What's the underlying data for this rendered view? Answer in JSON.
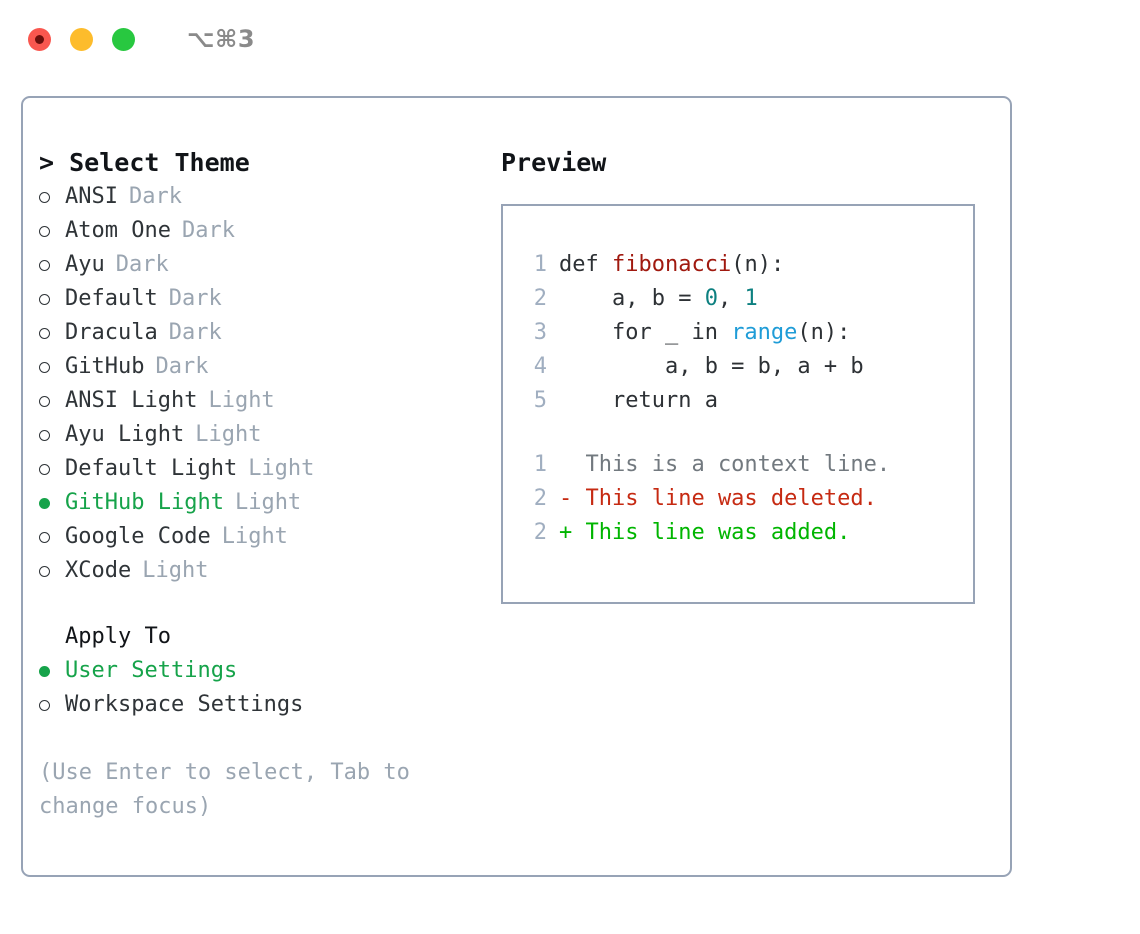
{
  "window": {
    "shortcut_label": "⌥⌘3",
    "traffic_lights": [
      "close-red",
      "minimize-yellow",
      "maximize-green"
    ]
  },
  "theme_panel": {
    "heading_caret": ">",
    "heading": "Select Theme",
    "themes": [
      {
        "name": "ANSI",
        "tag": "Dark",
        "selected": false
      },
      {
        "name": "Atom One",
        "tag": "Dark",
        "selected": false
      },
      {
        "name": "Ayu",
        "tag": "Dark",
        "selected": false
      },
      {
        "name": "Default",
        "tag": "Dark",
        "selected": false
      },
      {
        "name": "Dracula",
        "tag": "Dark",
        "selected": false
      },
      {
        "name": "GitHub",
        "tag": "Dark",
        "selected": false
      },
      {
        "name": "ANSI Light",
        "tag": "Light",
        "selected": false
      },
      {
        "name": "Ayu Light",
        "tag": "Light",
        "selected": false
      },
      {
        "name": "Default Light",
        "tag": "Light",
        "selected": false
      },
      {
        "name": "GitHub Light",
        "tag": "Light",
        "selected": true
      },
      {
        "name": "Google Code",
        "tag": "Light",
        "selected": false
      },
      {
        "name": "XCode",
        "tag": "Light",
        "selected": false
      }
    ],
    "apply_to": {
      "title": "Apply To",
      "options": [
        {
          "name": "User Settings",
          "selected": true
        },
        {
          "name": "Workspace Settings",
          "selected": false
        }
      ]
    },
    "hint": "(Use Enter to select, Tab to change focus)"
  },
  "preview": {
    "title": "Preview",
    "code_lines": [
      {
        "no": "1",
        "tokens": [
          {
            "t": "def ",
            "k": "def"
          },
          {
            "t": "fibonacci",
            "k": "fn"
          },
          {
            "t": "(n):",
            "k": "plain"
          }
        ]
      },
      {
        "no": "2",
        "tokens": [
          {
            "t": "    a, b = ",
            "k": "plain"
          },
          {
            "t": "0",
            "k": "num"
          },
          {
            "t": ", ",
            "k": "plain"
          },
          {
            "t": "1",
            "k": "num"
          }
        ]
      },
      {
        "no": "3",
        "tokens": [
          {
            "t": "    for _ in ",
            "k": "plain"
          },
          {
            "t": "range",
            "k": "builtin"
          },
          {
            "t": "(n):",
            "k": "plain"
          }
        ]
      },
      {
        "no": "4",
        "tokens": [
          {
            "t": "        a, b = b, a + b",
            "k": "plain"
          }
        ]
      },
      {
        "no": "5",
        "tokens": [
          {
            "t": "    return a",
            "k": "plain"
          }
        ]
      }
    ],
    "diff_lines": [
      {
        "no": "1",
        "marker": " ",
        "text": "  This is a context line.",
        "kind": "context"
      },
      {
        "no": "2",
        "marker": "-",
        "text": "- This line was deleted.",
        "kind": "deleted"
      },
      {
        "no": "2",
        "marker": "+",
        "text": "+ This line was added.",
        "kind": "added"
      }
    ]
  },
  "colors": {
    "accent_green": "#16a34a",
    "muted": "#9aa5b1",
    "border": "#97a3b6",
    "fn_red": "#a0190f",
    "number_teal": "#0d8080",
    "builtin_blue": "#1f9cd7",
    "diff_del": "#c62a12",
    "diff_add": "#00b500"
  }
}
